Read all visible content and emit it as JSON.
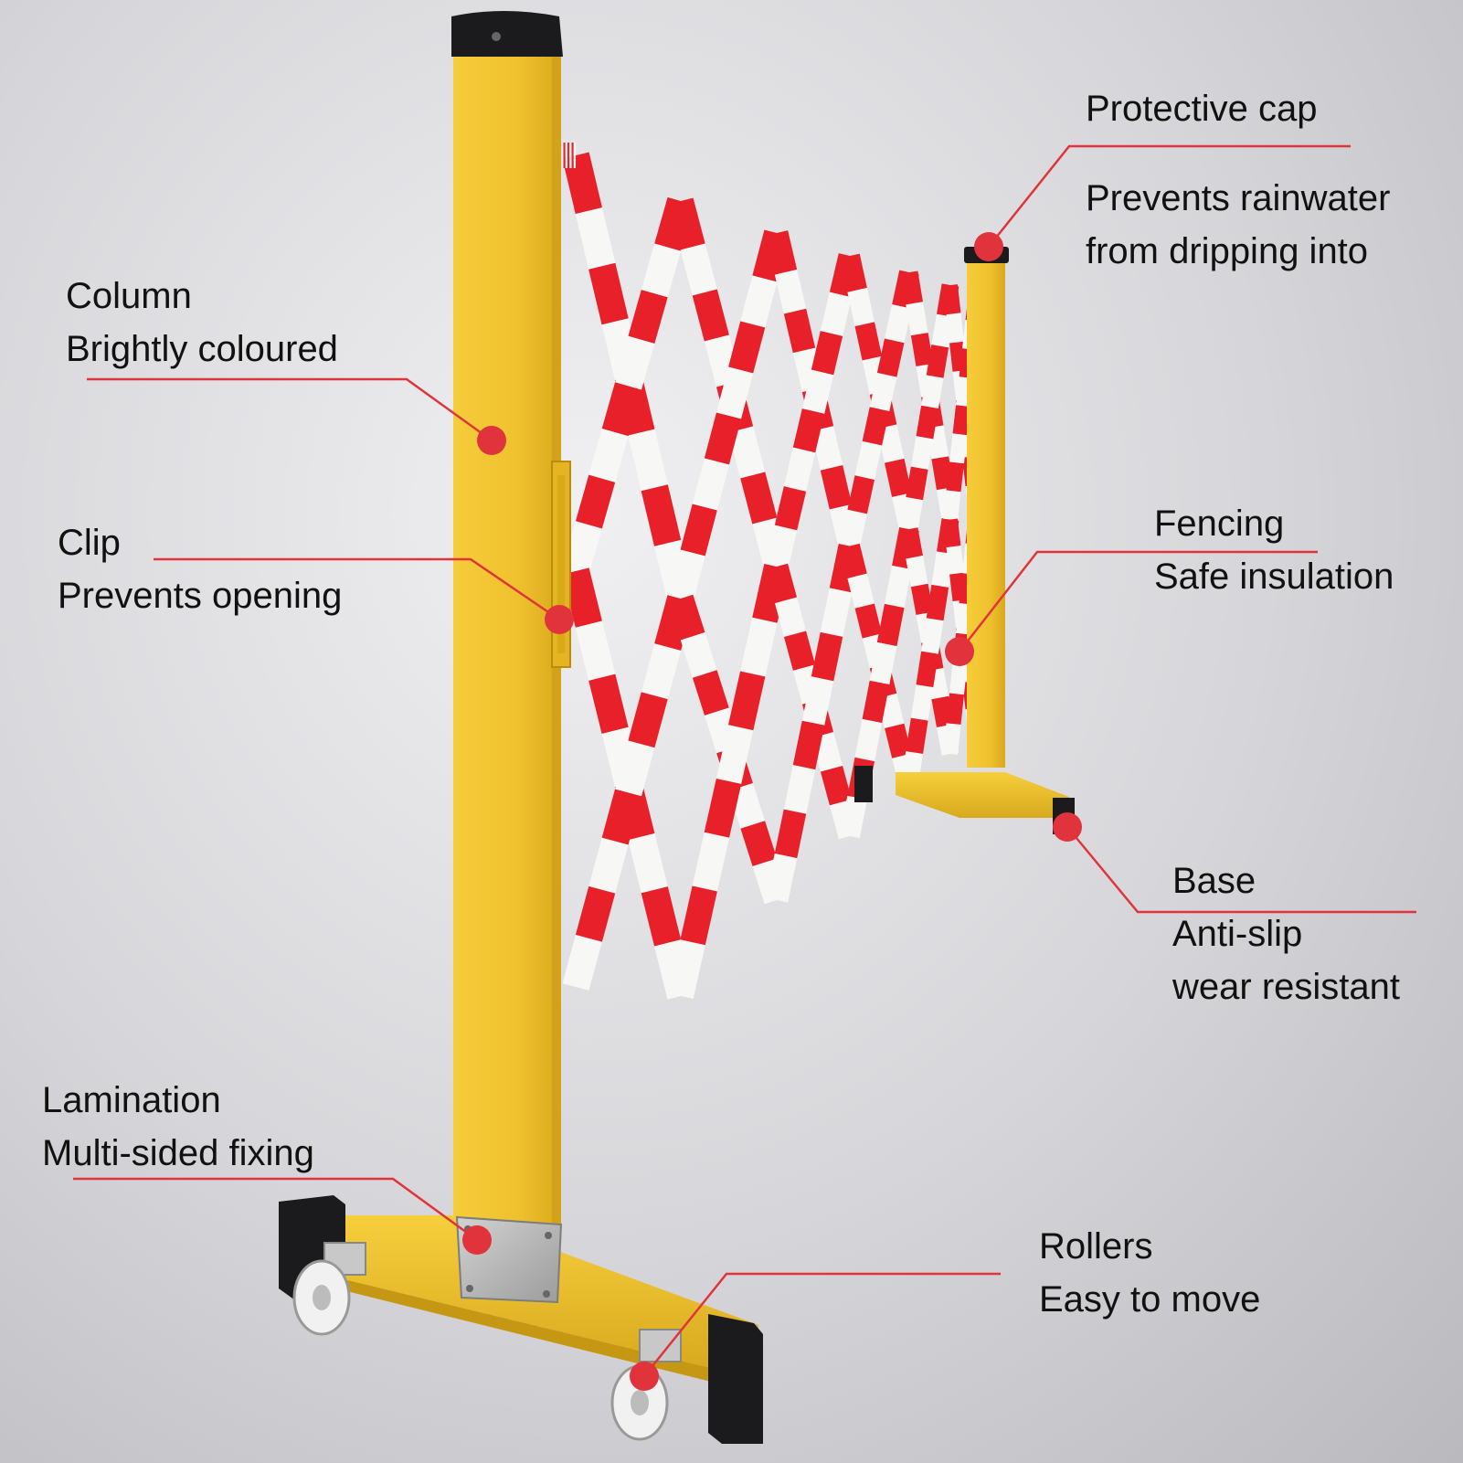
{
  "colors": {
    "post_yellow": "#f0c12e",
    "stripe_red": "#e8202a",
    "stripe_white": "#f7f7f5",
    "cap_black": "#1b1b1e",
    "callout_red": "#e0333b",
    "plate_steel": "#b8b8b8"
  },
  "callouts": {
    "column": {
      "title": "Column",
      "text": "Brightly coloured"
    },
    "clip": {
      "title": "Clip",
      "text": "Prevents opening"
    },
    "lamination": {
      "title": "Lamination",
      "text": "Multi-sided fixing"
    },
    "protective_cap": {
      "title": "Protective cap",
      "text_1": "Prevents rainwater",
      "text_2": "from dripping into"
    },
    "fencing": {
      "title": "Fencing",
      "text": "Safe insulation"
    },
    "base": {
      "title": "Base",
      "text_1": "Anti-slip",
      "text_2": "wear resistant"
    },
    "rollers": {
      "title": "Rollers",
      "text": "Easy to move"
    }
  },
  "icons": [
    "callout-dot",
    "caster-wheel",
    "rubber-end-cap"
  ]
}
